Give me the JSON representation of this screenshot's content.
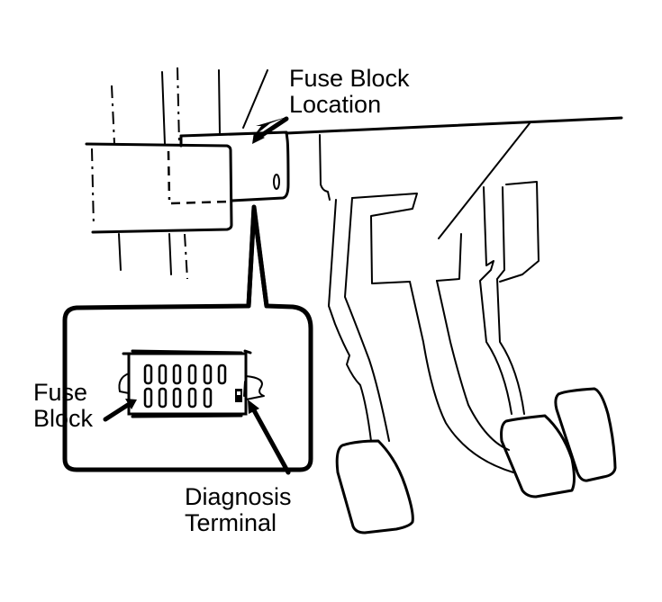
{
  "diagram": {
    "title": "Fuse block and diagnosis terminal location",
    "labels": {
      "fuse_block_location": "Fuse Block\nLocation",
      "fuse_block": "Fuse\nBlock",
      "diagnosis_terminal": "Diagnosis\nTerminal"
    },
    "fuse_block_inset": {
      "top_row_fuse_count": 6,
      "bottom_row_fuse_count": 5
    },
    "pedal_count": 3,
    "colors": {
      "ink": "#000000",
      "background": "#ffffff"
    }
  }
}
